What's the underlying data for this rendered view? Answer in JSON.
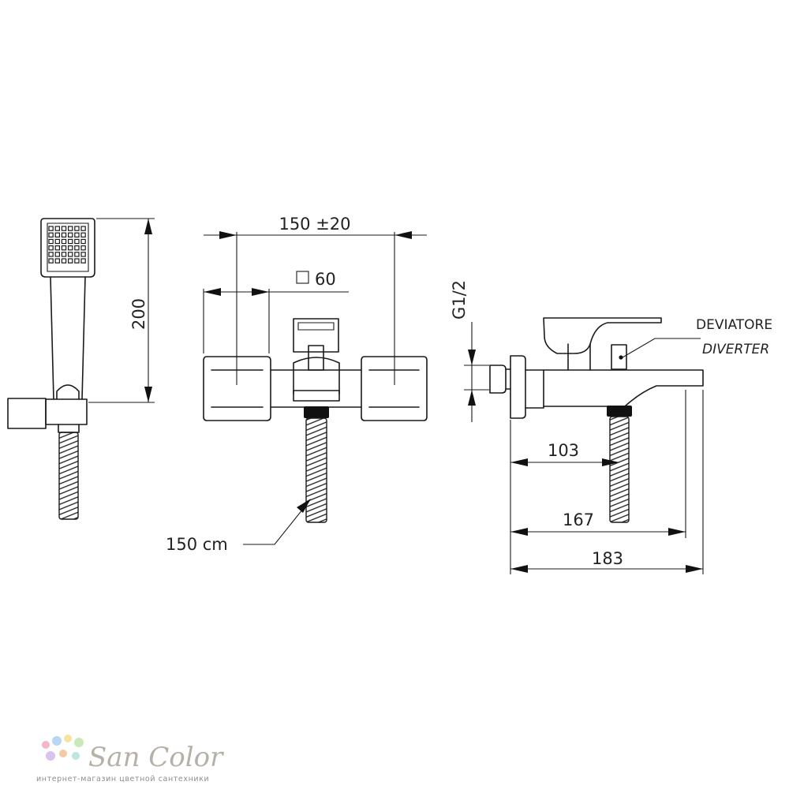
{
  "dimensions": {
    "hand_shower_height": "200",
    "center_distance": "150 ±20",
    "body_square": "60",
    "hose_length": "150 cm",
    "inlet_thread": "G1/2",
    "spout_103": "103",
    "spout_167": "167",
    "spout_183": "183"
  },
  "labels": {
    "diverter_it": "DEVIATORE",
    "diverter_en": "DIVERTER"
  },
  "brand": {
    "name": "San Color",
    "tagline": "интернет-магазин цветной сантехники",
    "dot_colors": [
      "#f4b6c9",
      "#b9d7f2",
      "#f7e3a1",
      "#c9e9b8",
      "#d9c3ef",
      "#f6c9a6",
      "#bde6e2"
    ]
  },
  "colors": {
    "line": "#1a1a1a",
    "brand_text": "#b5b0a8"
  }
}
